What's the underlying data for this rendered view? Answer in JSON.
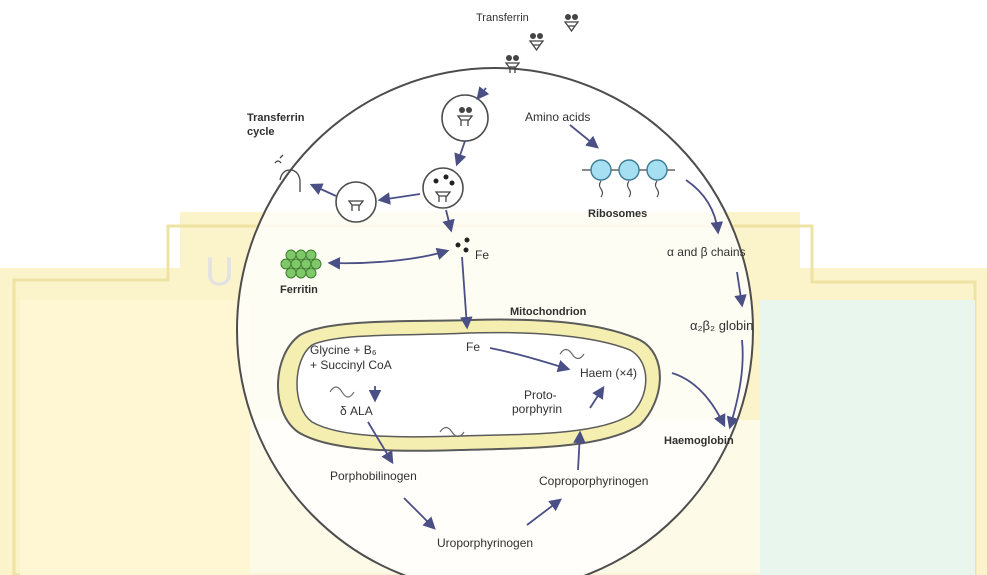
{
  "labels": {
    "transferrin": "Transferrin",
    "transferrin_cycle_1": "Transferrin",
    "transferrin_cycle_2": "cycle",
    "amino_acids": "Amino acids",
    "ribosomes": "Ribosomes",
    "alpha_beta_chains": "α and β chains",
    "globin": "α₂β₂ globin",
    "ferritin": "Ferritin",
    "fe_cytoplasm": "Fe",
    "mitochondrion": "Mitochondrion",
    "fe_mito": "Fe",
    "glycine_line1": "Glycine + B₆",
    "glycine_line2": "+ Succinyl CoA",
    "ala": "δ ALA",
    "haem": "Haem (×4)",
    "proto_line1": "Proto-",
    "proto_line2": "porphyrin",
    "haemoglobin": "Haemoglobin",
    "porphobilinogen": "Porphobilinogen",
    "coproporphyrinogen": "Coproporphyrinogen",
    "uroporphyrinogen": "Uroporphyrinogen"
  },
  "watermark": {
    "letter": "U"
  },
  "colors": {
    "arrow": "#4a4f86",
    "mito_fill": "#f4efb0",
    "mito_stroke": "#5b5b5b",
    "ribosome": "#a6dff2",
    "ferritin": "#7ec86a",
    "watermark_yellow": "#fbf3c9",
    "watermark_green": "#e6f4ec"
  }
}
